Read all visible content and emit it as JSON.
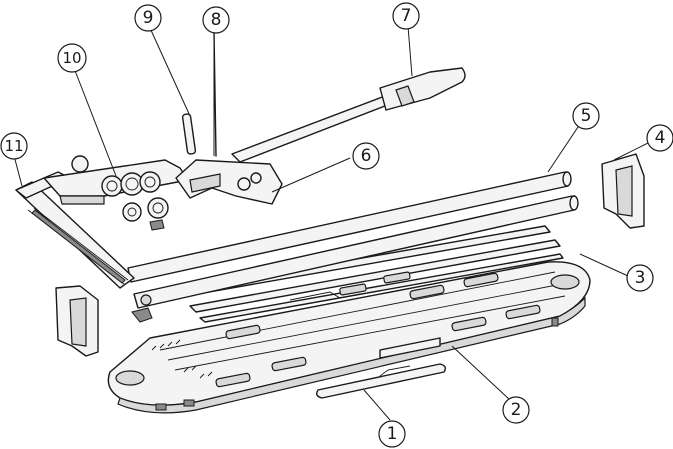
{
  "callouts": [
    {
      "id": "1",
      "label": "1"
    },
    {
      "id": "2",
      "label": "2"
    },
    {
      "id": "3",
      "label": "3"
    },
    {
      "id": "4",
      "label": "4"
    },
    {
      "id": "5",
      "label": "5"
    },
    {
      "id": "6",
      "label": "6"
    },
    {
      "id": "7",
      "label": "7"
    },
    {
      "id": "8",
      "label": "8"
    },
    {
      "id": "9",
      "label": "9"
    },
    {
      "id": "10",
      "label": "10"
    },
    {
      "id": "11",
      "label": "11"
    }
  ],
  "colors": {
    "line": "#1a1a1a",
    "fill": "#f4f4f4",
    "shade": "#d9d9d9"
  }
}
